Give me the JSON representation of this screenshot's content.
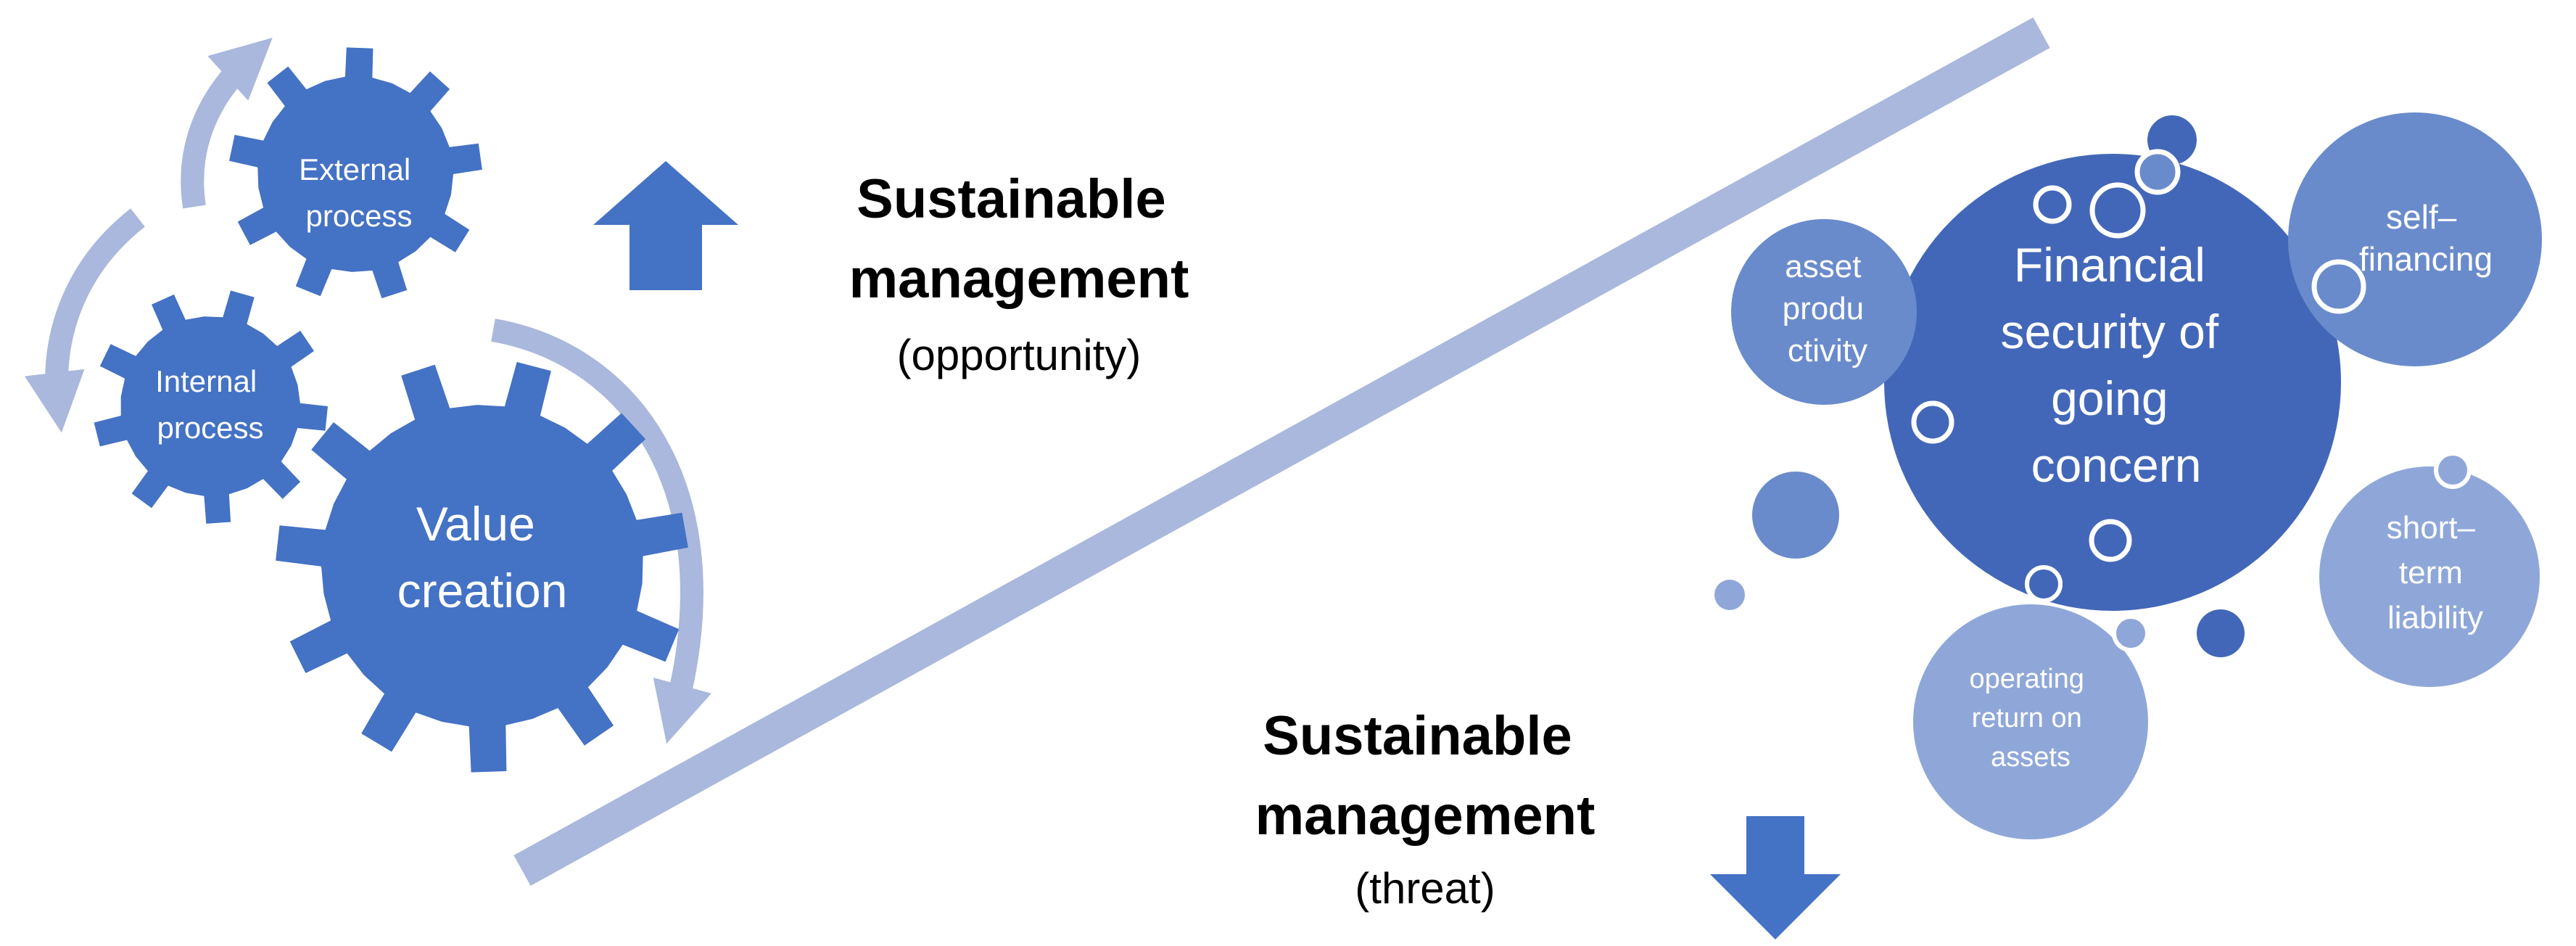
{
  "colors": {
    "gear": "#4472c4",
    "gear_text": "#ffffff",
    "cycle_arrow": "#a9b8dc",
    "divider": "#a9b8dc",
    "main_bubble": "#4367b8",
    "bubble_medium": "#6a8bcb",
    "bubble_light": "#8fa7d8",
    "bubble_outline": "#ffffff",
    "up_arrow": "#4472c4",
    "down_arrow": "#4472c4",
    "text": "#000000"
  },
  "gears": {
    "external": [
      "External",
      "process"
    ],
    "internal": [
      "Internal",
      "process"
    ],
    "value": [
      "Value",
      "creation"
    ]
  },
  "opportunity": {
    "heading": [
      "Sustainable",
      "management"
    ],
    "sub": "(opportunity)"
  },
  "threat": {
    "heading": [
      "Sustainable",
      "management"
    ],
    "sub": "(threat)"
  },
  "bubbles": {
    "main": [
      "Financial",
      "security of",
      "going",
      "concern"
    ],
    "asset_productivity": [
      "asset",
      "produ",
      "ctivity"
    ],
    "self_financing": [
      "self–",
      "financing"
    ],
    "short_term_liability": [
      "short–",
      "term",
      "liability"
    ],
    "operating_return": [
      "operating",
      "return on",
      "assets"
    ]
  }
}
